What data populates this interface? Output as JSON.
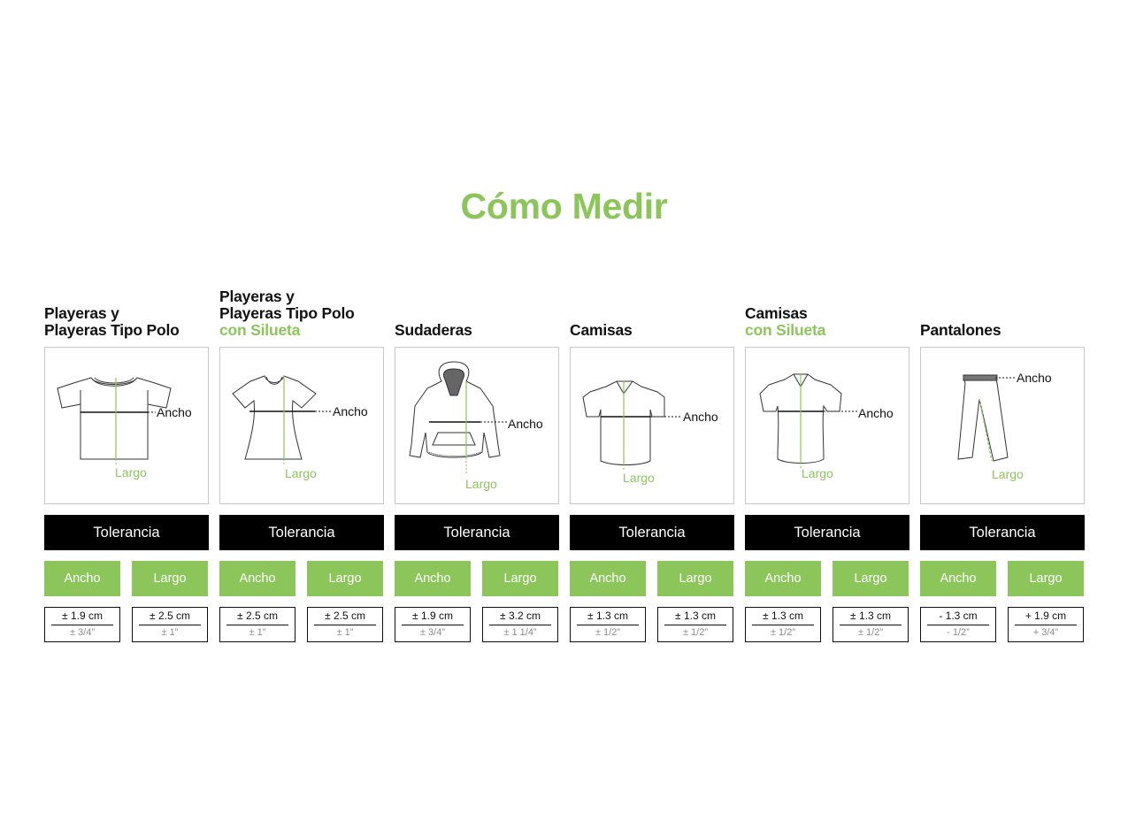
{
  "title": "Cómo Medir",
  "tolerance_label": "Tolerancia",
  "ancho_label": "Ancho",
  "largo_label": "Largo",
  "colors": {
    "accent": "#8cc65a",
    "black": "#000000",
    "border": "#c8c8c8"
  },
  "columns": [
    {
      "id": "playeras",
      "heading": [
        {
          "text": "Playeras y",
          "green": false
        },
        {
          "text": "Playeras Tipo Polo",
          "green": false
        }
      ],
      "figure_icon": "tshirt-icon",
      "ancho": {
        "cm": "± 1.9 cm",
        "in": "± 3/4”"
      },
      "largo": {
        "cm": "± 2.5 cm",
        "in": "± 1”"
      }
    },
    {
      "id": "playeras-silueta",
      "heading": [
        {
          "text": "Playeras y",
          "green": false
        },
        {
          "text": "Playeras Tipo Polo",
          "green": false
        },
        {
          "text": "con Silueta",
          "green": true
        }
      ],
      "figure_icon": "fitted-tshirt-icon",
      "ancho": {
        "cm": "± 2.5 cm",
        "in": "± 1”"
      },
      "largo": {
        "cm": "± 2.5 cm",
        "in": "± 1”"
      }
    },
    {
      "id": "sudaderas",
      "heading": [
        {
          "text": "Sudaderas",
          "green": false
        }
      ],
      "figure_icon": "hoodie-icon",
      "ancho": {
        "cm": "± 1.9 cm",
        "in": "± 3/4”"
      },
      "largo": {
        "cm": "± 3.2 cm",
        "in": "± 1 1/4”"
      }
    },
    {
      "id": "camisas",
      "heading": [
        {
          "text": "Camisas",
          "green": false
        }
      ],
      "figure_icon": "shirt-icon",
      "ancho": {
        "cm": "± 1.3 cm",
        "in": "± 1/2”"
      },
      "largo": {
        "cm": "± 1.3 cm",
        "in": "± 1/2”"
      }
    },
    {
      "id": "camisas-silueta",
      "heading": [
        {
          "text": "Camisas",
          "green": false
        },
        {
          "text": "con Silueta",
          "green": true
        }
      ],
      "figure_icon": "fitted-shirt-icon",
      "ancho": {
        "cm": "± 1.3 cm",
        "in": "± 1/2”"
      },
      "largo": {
        "cm": "± 1.3 cm",
        "in": "± 1/2”"
      }
    },
    {
      "id": "pantalones",
      "heading": [
        {
          "text": "Pantalones",
          "green": false
        }
      ],
      "figure_icon": "pants-icon",
      "ancho": {
        "cm": "- 1.3 cm",
        "in": "- 1/2”"
      },
      "largo": {
        "cm": "+ 1.9 cm",
        "in": "+ 3/4”"
      }
    }
  ]
}
